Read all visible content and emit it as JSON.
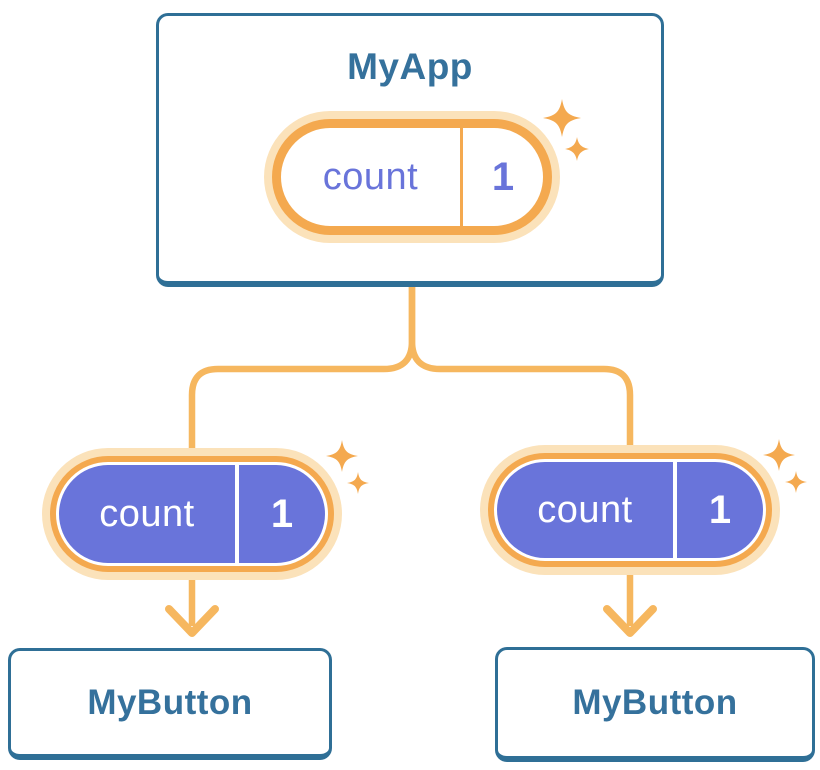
{
  "diagram": {
    "parent": {
      "label": "MyApp",
      "state_key": "count",
      "state_value": "1"
    },
    "child_left": {
      "label": "MyButton",
      "state_key": "count",
      "state_value": "1"
    },
    "child_right": {
      "label": "MyButton",
      "state_key": "count",
      "state_value": "1"
    }
  },
  "icons": {
    "sparkle": "sparkle-icon",
    "arrow_down": "arrow-down-icon"
  },
  "colors": {
    "card_border_blue": "#2F6F96",
    "title_text_blue": "#35719C",
    "connector_orange": "#F6B75F",
    "pill_ring_orange": "#F4A94F",
    "pill_halo_peach": "#FBE2BA",
    "state_purple": "#6974DA",
    "background": "#FFFFFF"
  }
}
